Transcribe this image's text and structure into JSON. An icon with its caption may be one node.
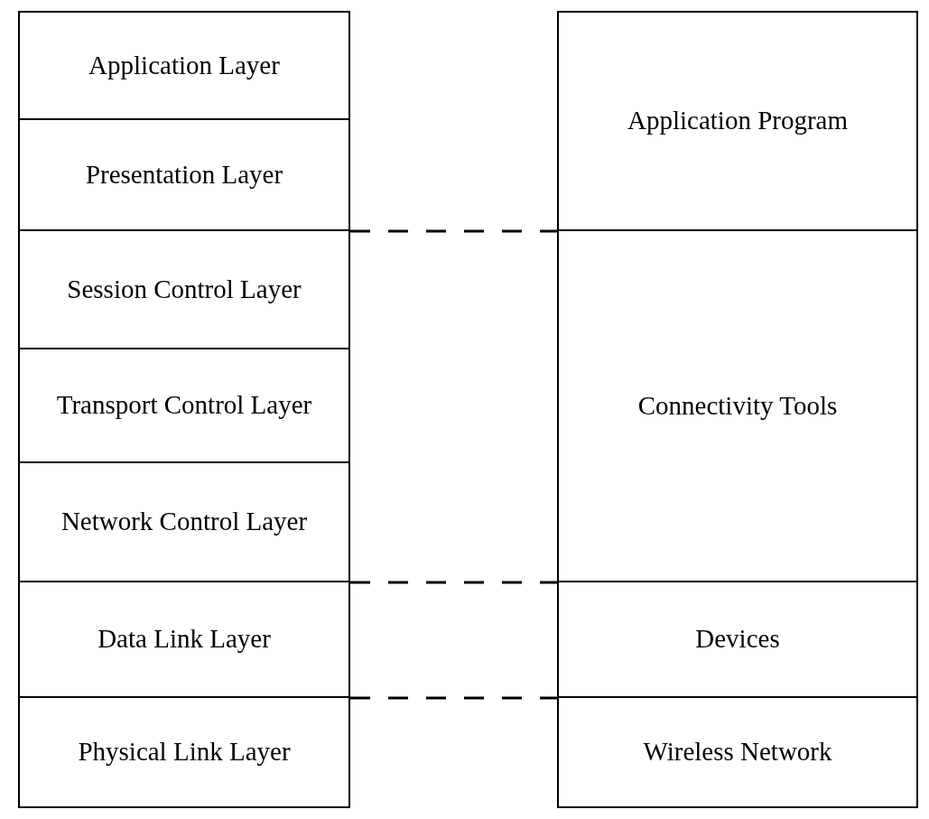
{
  "diagram": {
    "nodes": [
      {
        "text": [
          "Application Layer"
        ]
      },
      {
        "text": [
          "Presentation Layer"
        ]
      },
      {
        "text": [
          "Session Control Layer"
        ]
      },
      {
        "text": [
          "Transport Control Layer"
        ]
      },
      {
        "text": [
          "Network Control Layer"
        ]
      },
      {
        "text": [
          "Data Link Layer"
        ]
      },
      {
        "text": [
          "Physical Link Layer"
        ]
      },
      {
        "text": [
          "Application Program"
        ]
      },
      {
        "text": [
          "Connectivity Tools"
        ]
      },
      {
        "text": [
          "Devices"
        ]
      },
      {
        "text": [
          "Wireless Network"
        ]
      }
    ],
    "edges": [
      {
        "from": 1,
        "to": 7,
        "arrow": "none",
        "style": "dashed"
      },
      {
        "from": 4,
        "to": 8,
        "arrow": "none",
        "style": "dashed"
      },
      {
        "from": 5,
        "to": 9,
        "arrow": "none",
        "style": "dashed"
      }
    ]
  }
}
